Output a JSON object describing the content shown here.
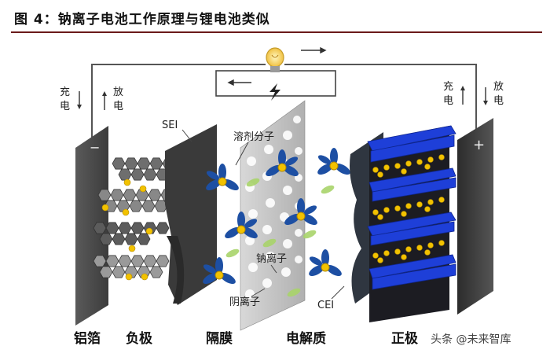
{
  "figure": {
    "title": "图 4：钠离子电池工作原理与锂电池类似"
  },
  "labels": {
    "charge_left": "充\n电",
    "discharge_left": "放\n电",
    "charge_right": "充\n电",
    "discharge_right": "放\n电",
    "sei": "SEI",
    "solvent": "溶剂分子",
    "sodium_ion": "钠离子",
    "anion": "阴离子",
    "cei": "CEI",
    "minus": "−",
    "plus": "+"
  },
  "bottom_labels": [
    "铝箔",
    "负极",
    "隔膜",
    "电解质",
    "正极"
  ],
  "watermark": "头条 @未来智库",
  "colors": {
    "rule": "#6a1a1a",
    "anode_plate": "#4a4a4a",
    "separator": "#c9c9c9",
    "cathode_blue": "#1e3fd8",
    "sodium_yellow": "#f2c200",
    "solvent_blue": "#1d4fa3",
    "anion_green": "#a9d46b"
  },
  "icons": [
    "light-bulb-icon",
    "lightning-icon",
    "arrow-right-icon",
    "arrow-left-icon"
  ]
}
